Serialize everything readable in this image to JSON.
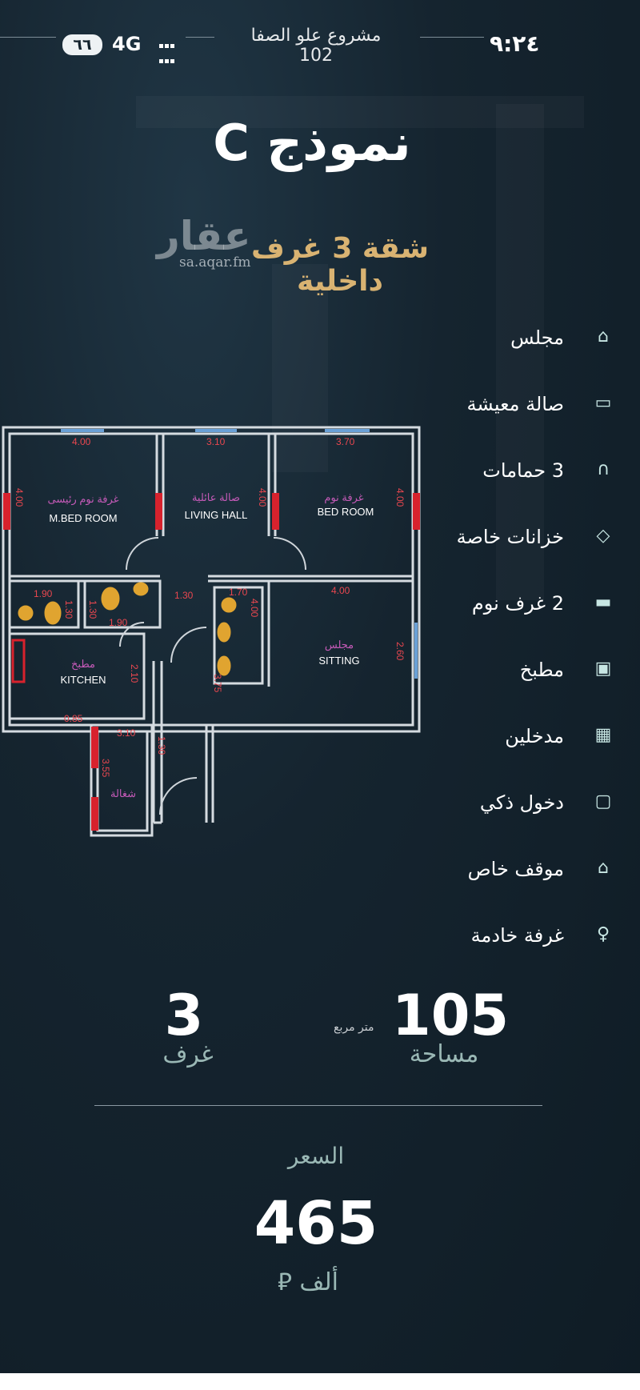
{
  "status_bar": {
    "battery": "٦٦",
    "network": "4G",
    "title": "مشروع علو الصفا 102",
    "time": "٩:٢٤"
  },
  "header": {
    "title": "نموذج C",
    "subtitle": "شقة 3 غرف داخلية",
    "watermark": "عقار",
    "watermark_url": "sa.aqar.fm"
  },
  "floor_plan": {
    "room_labels": [
      {
        "ar": "غرفة نوم رئيسى",
        "en": "M.BED ROOM"
      },
      {
        "ar": "صالة عائلية",
        "en": "LIVING HALL"
      },
      {
        "ar": "غرفة نوم",
        "en": "BED ROOM"
      },
      {
        "ar": "مجلس",
        "en": "SITTING"
      },
      {
        "ar": "مطبخ",
        "en": "KITCHEN"
      },
      {
        "ar": "شغالة",
        "en": ""
      }
    ],
    "dimensions": [
      "4.00",
      "3.10",
      "3.70",
      "4.00",
      "4.00",
      "4.00",
      "1.90",
      "1.30",
      "1.90",
      "1.30",
      "1.30",
      "1.70",
      "4.00",
      "4.00",
      "2.60",
      "2.10",
      "3.75",
      "0.85",
      "3.10",
      "3.55",
      "1.30"
    ]
  },
  "features": [
    {
      "label": "مجلس",
      "icon": "building-icon"
    },
    {
      "label": "صالة معيشة",
      "icon": "tv-icon"
    },
    {
      "label": "3 حمامات",
      "icon": "bath-icon"
    },
    {
      "label": "خزانات خاصة",
      "icon": "layers-icon"
    },
    {
      "label": "2 غرف نوم",
      "icon": "bed-icon"
    },
    {
      "label": "مطبخ",
      "icon": "kitchen-icon"
    },
    {
      "label": "مدخلين",
      "icon": "door-icon"
    },
    {
      "label": "دخول ذكي",
      "icon": "smart-lock-icon"
    },
    {
      "label": "موقف خاص",
      "icon": "garage-icon"
    },
    {
      "label": "غرفة خادمة",
      "icon": "maid-icon"
    }
  ],
  "stats": {
    "rooms_value": "3",
    "rooms_label": "غرف",
    "area_value": "105",
    "area_unit": "متر مربع",
    "area_label": "مساحة"
  },
  "price": {
    "label": "السعر",
    "value": "465",
    "unit": "ألف ⃁"
  }
}
